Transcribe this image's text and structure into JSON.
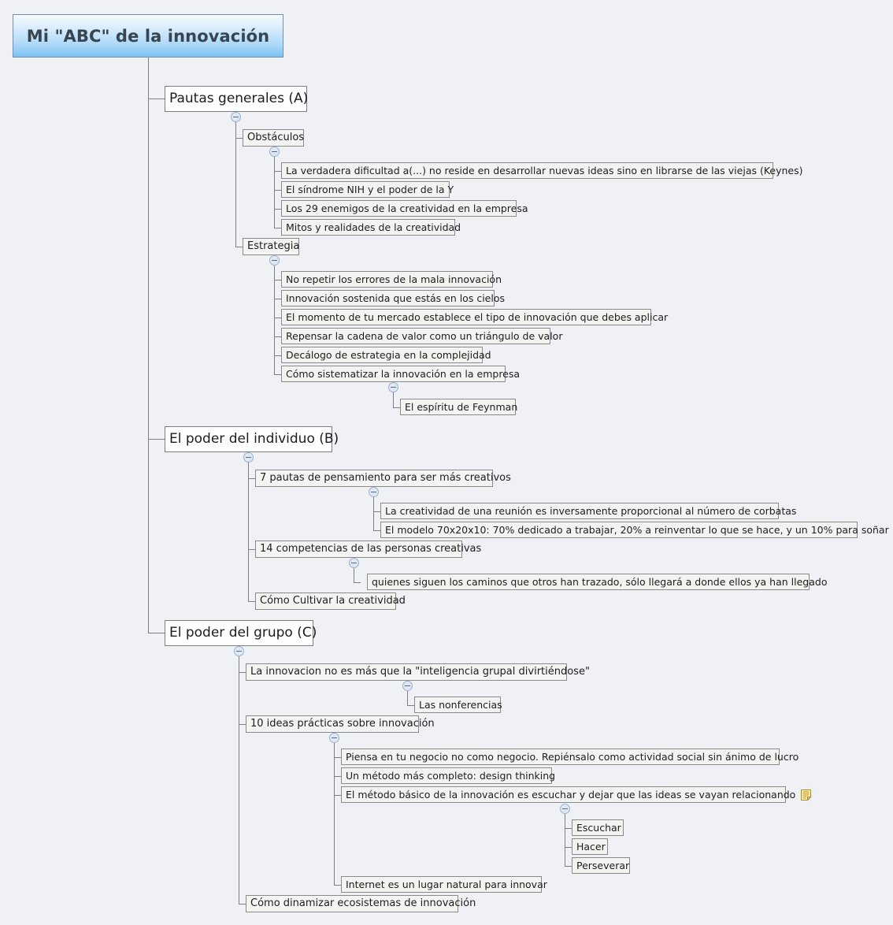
{
  "document": {
    "type": "mind-map",
    "background_color": "#f0f1f5",
    "root_accent_color": "#7cc0f2",
    "connector_color": "#7b7f8a"
  },
  "root": {
    "label": "Mi \"ABC\" de la innovación"
  },
  "branches": {
    "a": {
      "label": "Pautas generales (A)",
      "children": {
        "obstaculos": {
          "label": "Obstáculos",
          "items": [
            "La verdadera dificultad a(...) no reside en desarrollar nuevas ideas sino en librarse de las viejas (Keynes)",
            "El síndrome NIH y el poder de la Y",
            "Los 29 enemigos de la creatividad en la empresa",
            "Mitos y realidades de la creatividad"
          ]
        },
        "estrategia": {
          "label": "Estrategia",
          "items": [
            "No repetir los errores de la mala innovación",
            "Innovación sostenida que estás en los cielos",
            "El momento de tu mercado establece el tipo de innovación que debes aplicar",
            "Repensar la cadena de valor como un triángulo de valor",
            "Decálogo de estrategia en la complejidad",
            "Cómo sistematizar la innovación en la empresa"
          ],
          "sub_feynman": "El espíritu de Feynman"
        }
      }
    },
    "b": {
      "label": "El poder del individuo (B)",
      "pautas7": {
        "label": "7 pautas de pensamiento para ser más creativos",
        "items": [
          "La creatividad de una reunión es inversamente proporcional al número de corbatas",
          "El modelo 70x20x10: 70% dedicado a trabajar, 20% a reinventar lo que se hace, y un 10% para soñar"
        ]
      },
      "competencias14": {
        "label": "14 competencias de las personas creativas",
        "items": [
          "quienes siguen los caminos que otros han trazado, sólo llegará a donde ellos ya han llegado"
        ]
      },
      "cultivar": {
        "label": "Cómo Cultivar la creatividad"
      }
    },
    "c": {
      "label": "El poder del grupo (C)",
      "inteligencia": {
        "label": "La innovacion no es más que la \"inteligencia grupal divirtiéndose\"",
        "items": [
          "Las nonferencias"
        ]
      },
      "ideas10": {
        "label": "10 ideas prácticas sobre innovación",
        "items": [
          "Piensa en tu negocio no como negocio. Repiénsalo como actividad social sin ánimo de lucro",
          "Un método más completo: design thinking",
          "El método básico de la innovación es escuchar y dejar que las ideas se vayan relacionando",
          "Internet es un lugar natural para innovar"
        ],
        "metodo_basico_sub": [
          "Escuchar",
          "Hacer",
          "Perseverar"
        ],
        "metodo_basico_note_icon": "note-icon"
      },
      "dinamizar": {
        "label": "Cómo dinamizar ecosistemas de innovación"
      }
    }
  }
}
